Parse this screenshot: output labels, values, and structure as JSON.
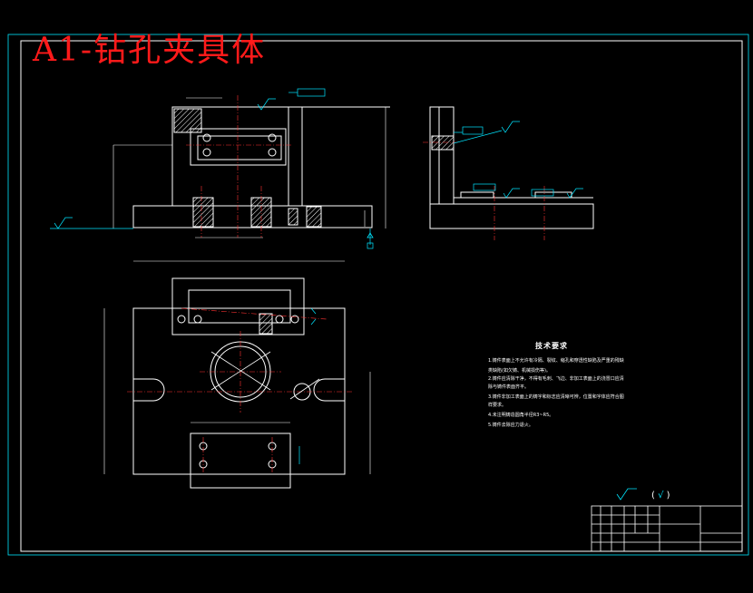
{
  "title": "A1-钻孔夹具体",
  "tech_requirements": {
    "title": "技术要求",
    "lines": [
      "1.铸件表面上不允许有冷隔、裂纹、缩孔和穿透性缺陷及严重的残缺",
      "类缺陷(如欠铸、机械损伤等)。",
      "2.铸件应清除干净，不得有毛刺、飞边、非加工表面上的浇冒口应清",
      "除与铸件表面齐平。",
      "3.铸件非加工表面上的铸字和标志应清晰可辨，位置和字体应符合图",
      "样要求。",
      "4.未注明铸造圆角半径R3~R5。",
      "5.铸件去除应力退火。"
    ]
  },
  "surface_finish_note": {
    "open": "(",
    "mark": "√",
    "close": ")"
  },
  "colors": {
    "background": "#000000",
    "outline": "#ffffff",
    "dimension": "#00e5ff",
    "centerline": "#ff3333",
    "hatch": "#ffffff",
    "title": "#ff1a1a",
    "frame": "#00e5ff"
  },
  "icons": [
    "surface-roughness-icon",
    "datum-a-icon"
  ]
}
